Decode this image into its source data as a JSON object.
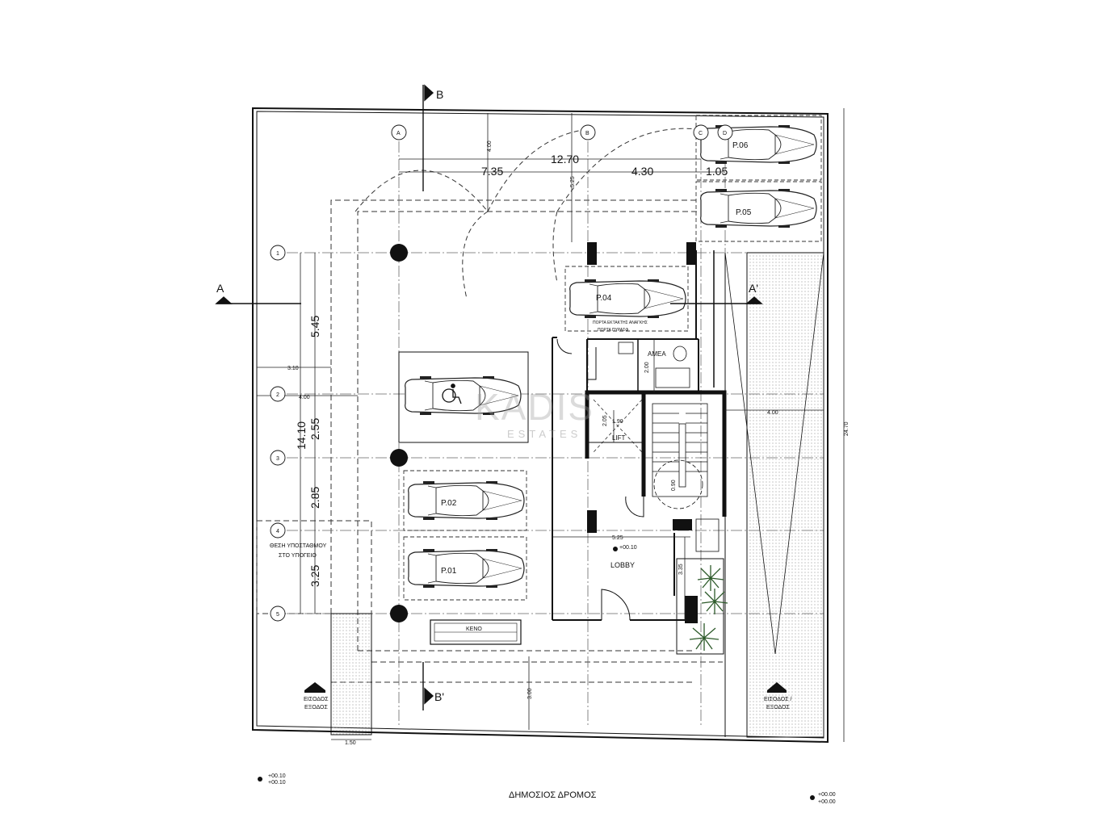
{
  "sections": {
    "a": "A",
    "a_prime": "A'",
    "b": "B",
    "b_prime": "B'"
  },
  "grid_cols": [
    "A",
    "B",
    "C",
    "D"
  ],
  "grid_rows": [
    "1",
    "2",
    "3",
    "4",
    "5"
  ],
  "dims": {
    "top_total": "12.70",
    "top_a": "7.35",
    "top_b": "4.30",
    "top_c": "1.05",
    "v_top_a": "4.00",
    "v_top_b": "5.25",
    "row_1_2": "5.45",
    "row_2_3": "2.55",
    "row_3_4": "2.85",
    "row_4_5": "3.25",
    "rows_total": "14.10",
    "left_3_10": "3.10",
    "left_4_00": "4.00",
    "wc_depth": "2.00",
    "lift_h": "2.05",
    "lift_w": "1.90",
    "stair_d": "0.90",
    "lobby_w": "5.25",
    "lobby_h": "3.35",
    "ramp_w": "4.00",
    "site_h": "24.70",
    "front": "3.00",
    "bottom_w": "1.50"
  },
  "parking": [
    "P.01",
    "P.02",
    "P.04",
    "P.05",
    "P.06"
  ],
  "labels": {
    "amea": "ΑΜΕΑ",
    "lift": "LIFT",
    "lobby": "LOBBY",
    "keno": "ΚΕΝΟ",
    "substation_1": "ΘΕΣΗ ΥΠΟΣΤΑΘΜΟΥ",
    "substation_2": "ΣΤΟ ΥΠΟΓΕΙΟ",
    "note_p04_1": "ΠΟΡΤΑ ΕΚΤΑΚΤΗΣ ΑΝΑΓΚΗΣ",
    "note_p04_2": "ΠΟΡΤΑ ΠΥΡΑΣΦ",
    "entrance_left_1": "ΕΙΣΟΔΟΣ",
    "entrance_left_2": "ΕΞΟΔΟΣ",
    "entrance_right_1": "ΕΙΣΟΔΟΣ /",
    "entrance_right_2": "ΕΞΟΔΟΣ",
    "level_lobby": "+00.10",
    "level_bl_1": "+00.10",
    "level_bl_2": "+00.10",
    "level_br_1": "+00.00",
    "level_br_2": "+00.00",
    "road": "ΔΗΜΟΣΙΟΣ ΔΡΟΜΟΣ"
  },
  "watermark": {
    "line1": "KADIS",
    "line2": "ESTATES"
  }
}
